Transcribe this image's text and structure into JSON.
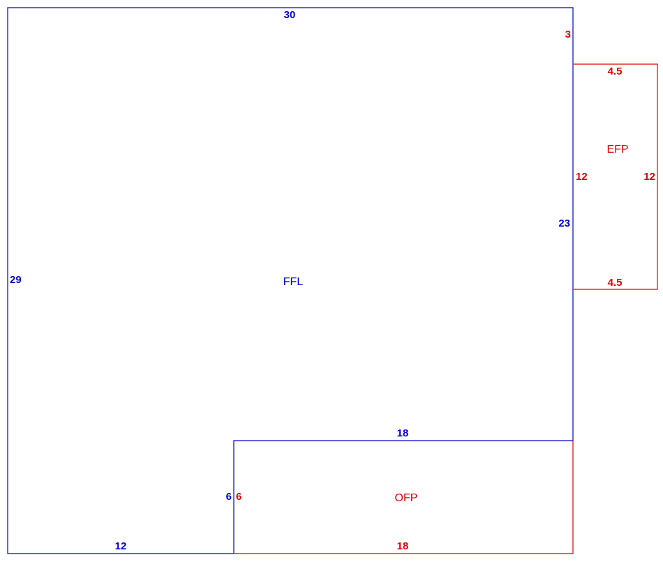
{
  "colors": {
    "ffl": "#0000cc",
    "porch": "#dd0000",
    "background": "#ffffff"
  },
  "areas": {
    "ffl": "FFL",
    "efp": "EFP",
    "ofp": "OFP"
  },
  "dims": {
    "ffl_top": "30",
    "ffl_left": "29",
    "ffl_right": "23",
    "ffl_bottom": "12",
    "ffl_notch_top": "18",
    "ffl_notch_side": "6",
    "ffl_offset_red": "3",
    "efp_top": "4.5",
    "efp_bottom": "4.5",
    "efp_left": "12",
    "efp_right": "12",
    "ofp_left": "6",
    "ofp_bottom": "18"
  }
}
